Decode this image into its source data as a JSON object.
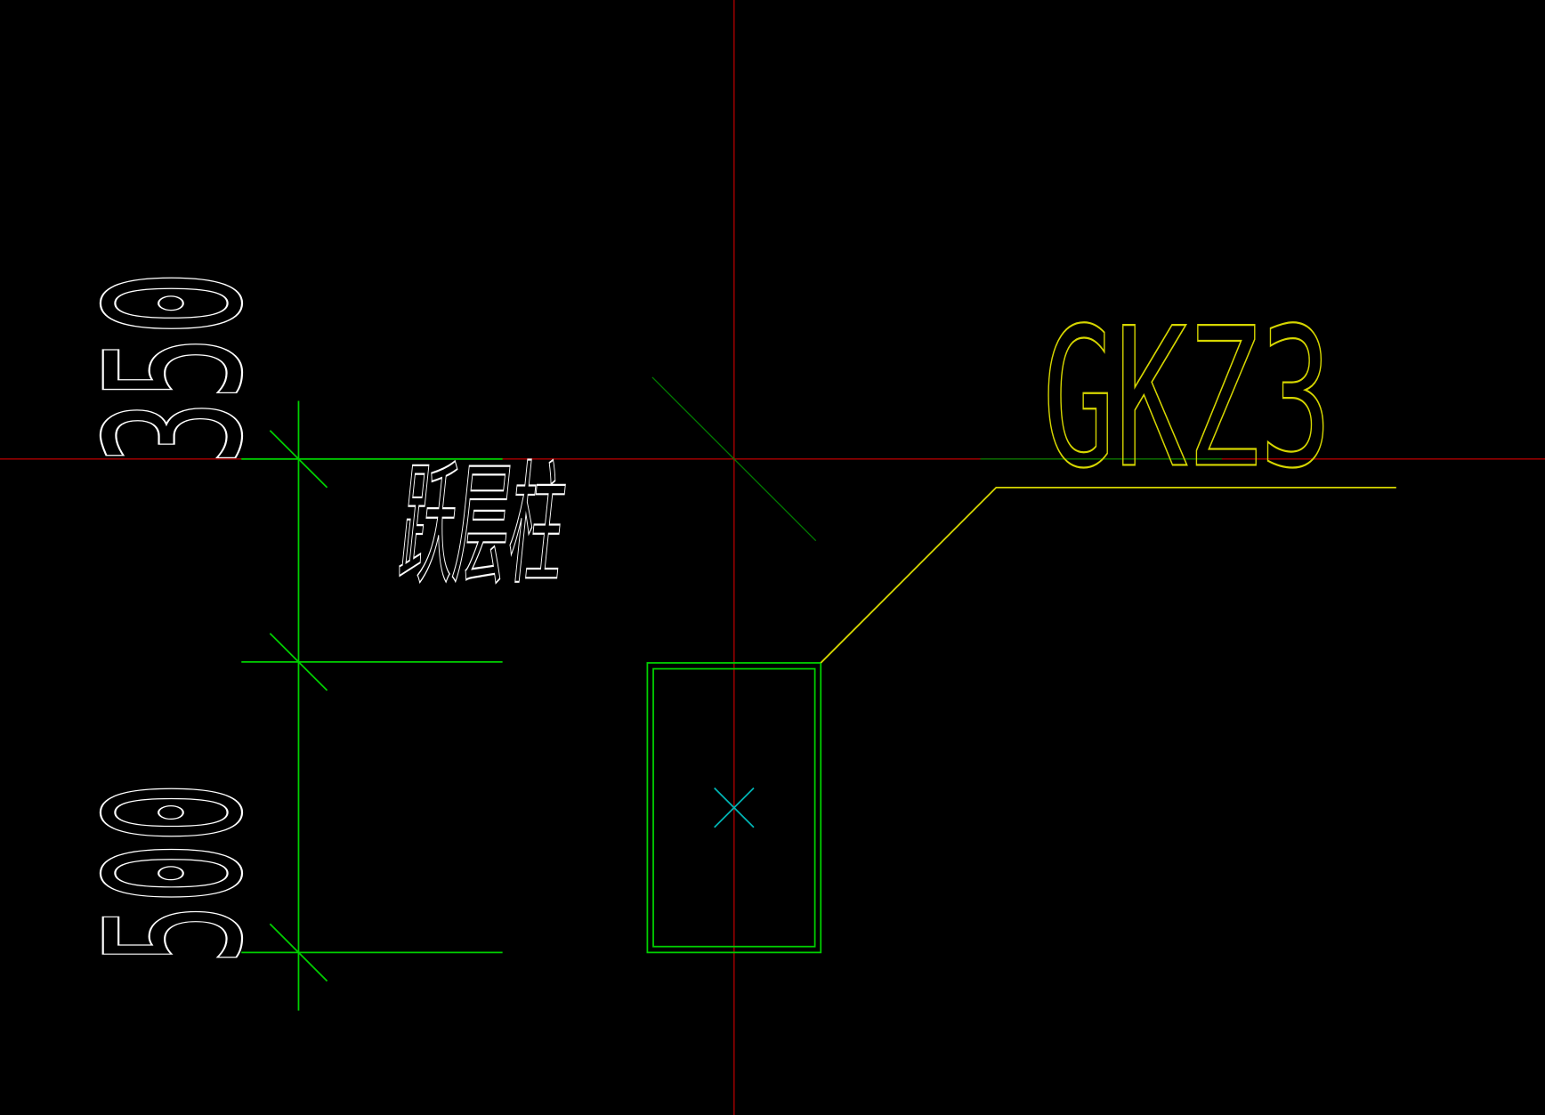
{
  "drawing": {
    "dimension_top": "350",
    "dimension_bottom": "500",
    "note_label": "跃层柱",
    "column_tag": "GKZ3"
  },
  "colors": {
    "background": "#000000",
    "crosshair": "#b00000",
    "dimension_lines": "#00d000",
    "dimension_text": "#ffffff",
    "column_outline": "#00d000",
    "column_center_mark": "#00b4b4",
    "leader_and_tag": "#d6d600",
    "diagonal_guide": "#007a00"
  }
}
